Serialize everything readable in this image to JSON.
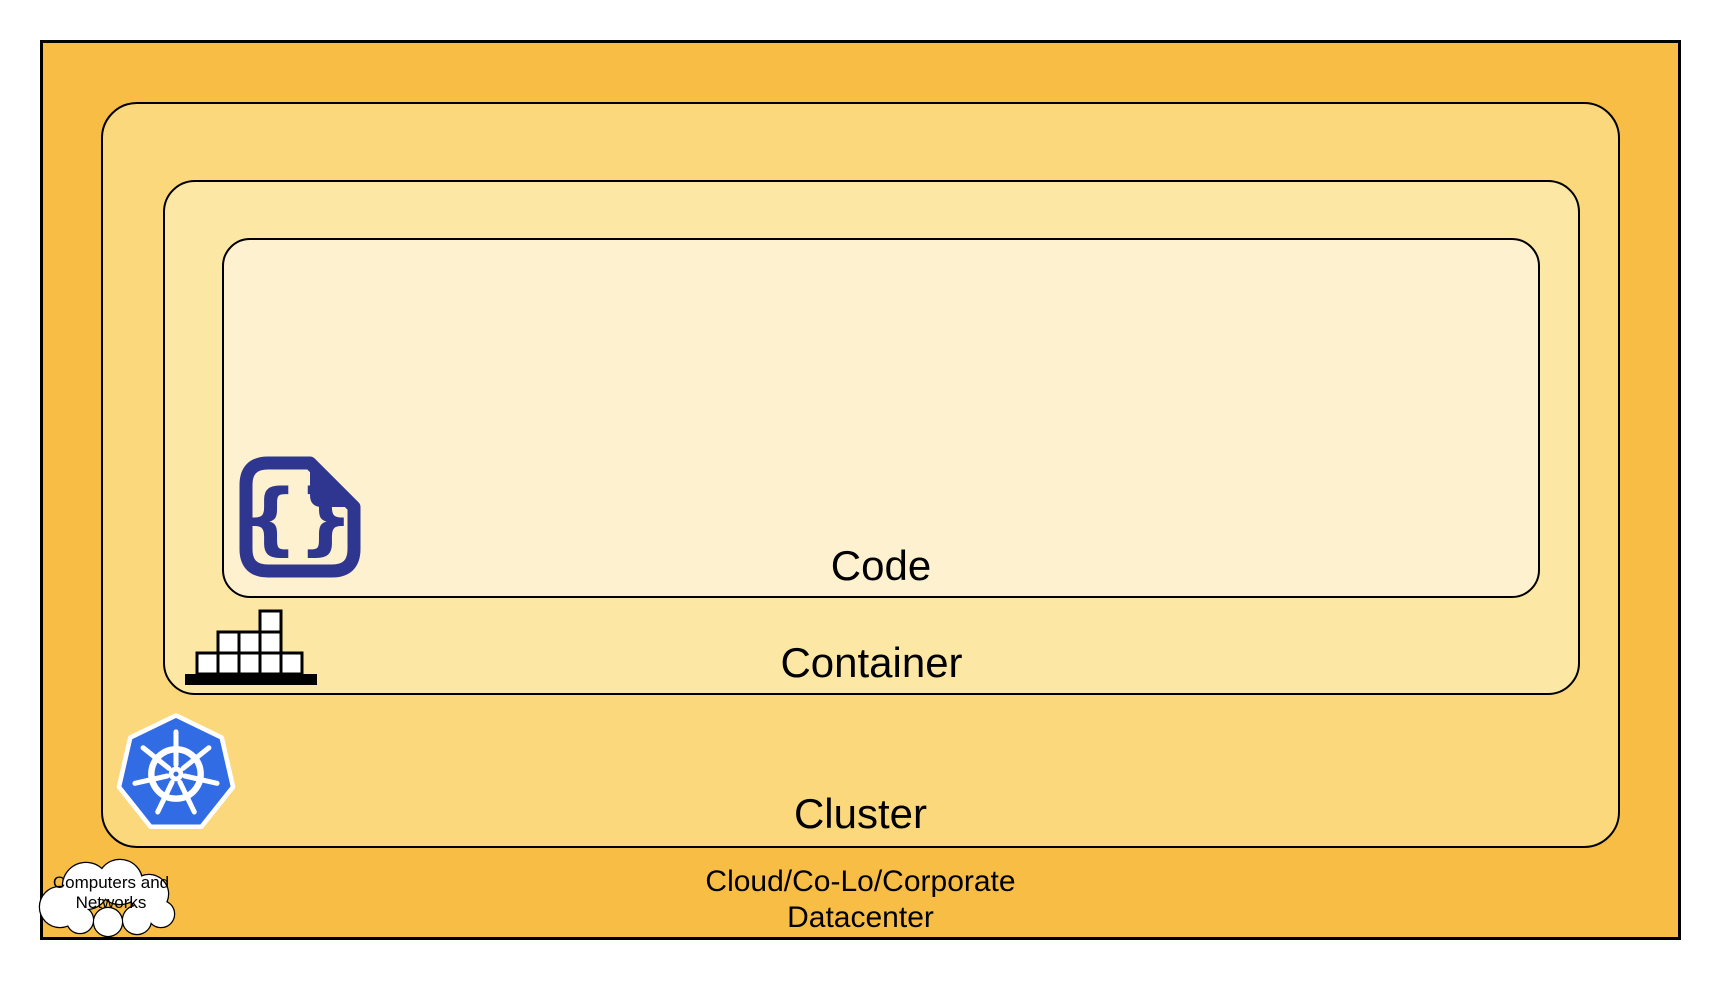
{
  "layers": {
    "datacenter": {
      "label_line1": "Cloud/Co-Lo/Corporate",
      "label_line2": "Datacenter",
      "fill": "#F7BD45",
      "icon": "cloud-computers-networks-icon"
    },
    "cluster": {
      "label": "Cluster",
      "fill": "#FCD87D",
      "icon": "kubernetes-helm-icon"
    },
    "container": {
      "label": "Container",
      "fill": "#FCE7A4",
      "icon": "container-blocks-icon"
    },
    "code": {
      "label": "Code",
      "fill": "#FDF1D0",
      "icon": "code-file-icon"
    }
  },
  "cloud_callout": {
    "label": "Computers and Networks"
  },
  "colors": {
    "border": "#000000",
    "code_icon_indigo": "#2F3690",
    "kubernetes_blue": "#326CE5",
    "block_fill": "#FFFFFF",
    "page_background": "#FFFFFF"
  }
}
